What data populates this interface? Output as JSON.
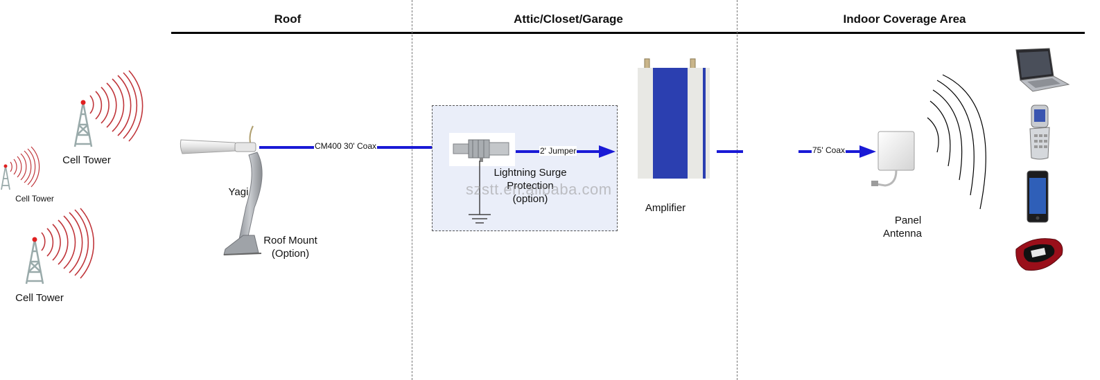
{
  "zones": {
    "roof": "Roof",
    "attic": "Attic/Closet/Garage",
    "indoor": "Indoor Coverage Area"
  },
  "towers": {
    "top": "Cell Tower",
    "small": "Cell Tower",
    "bottom": "Cell Tower"
  },
  "roof": {
    "antenna": "Yagi",
    "mount_line1": "Roof Mount",
    "mount_line2": "(Option)"
  },
  "cables": {
    "coax_main": "CM400 30' Coax",
    "jumper": "2' Jumper",
    "coax_indoor": "75' Coax"
  },
  "surge": {
    "line1": "Lightning Surge",
    "line2": "Protection",
    "line3": "(option)"
  },
  "amplifier": {
    "label": "Amplifier"
  },
  "panel": {
    "line1": "Panel",
    "line2": "Antenna"
  },
  "watermark": "szstt.en.alibaba.com",
  "colors": {
    "cable": "#1a1ad6",
    "signal": "#c0353a",
    "tower_light": "#e02020",
    "amp_blue": "#2b3fb0"
  },
  "devices": [
    "laptop-icon",
    "flip-phone-icon",
    "smartphone-icon",
    "mobile-hotspot-icon"
  ]
}
